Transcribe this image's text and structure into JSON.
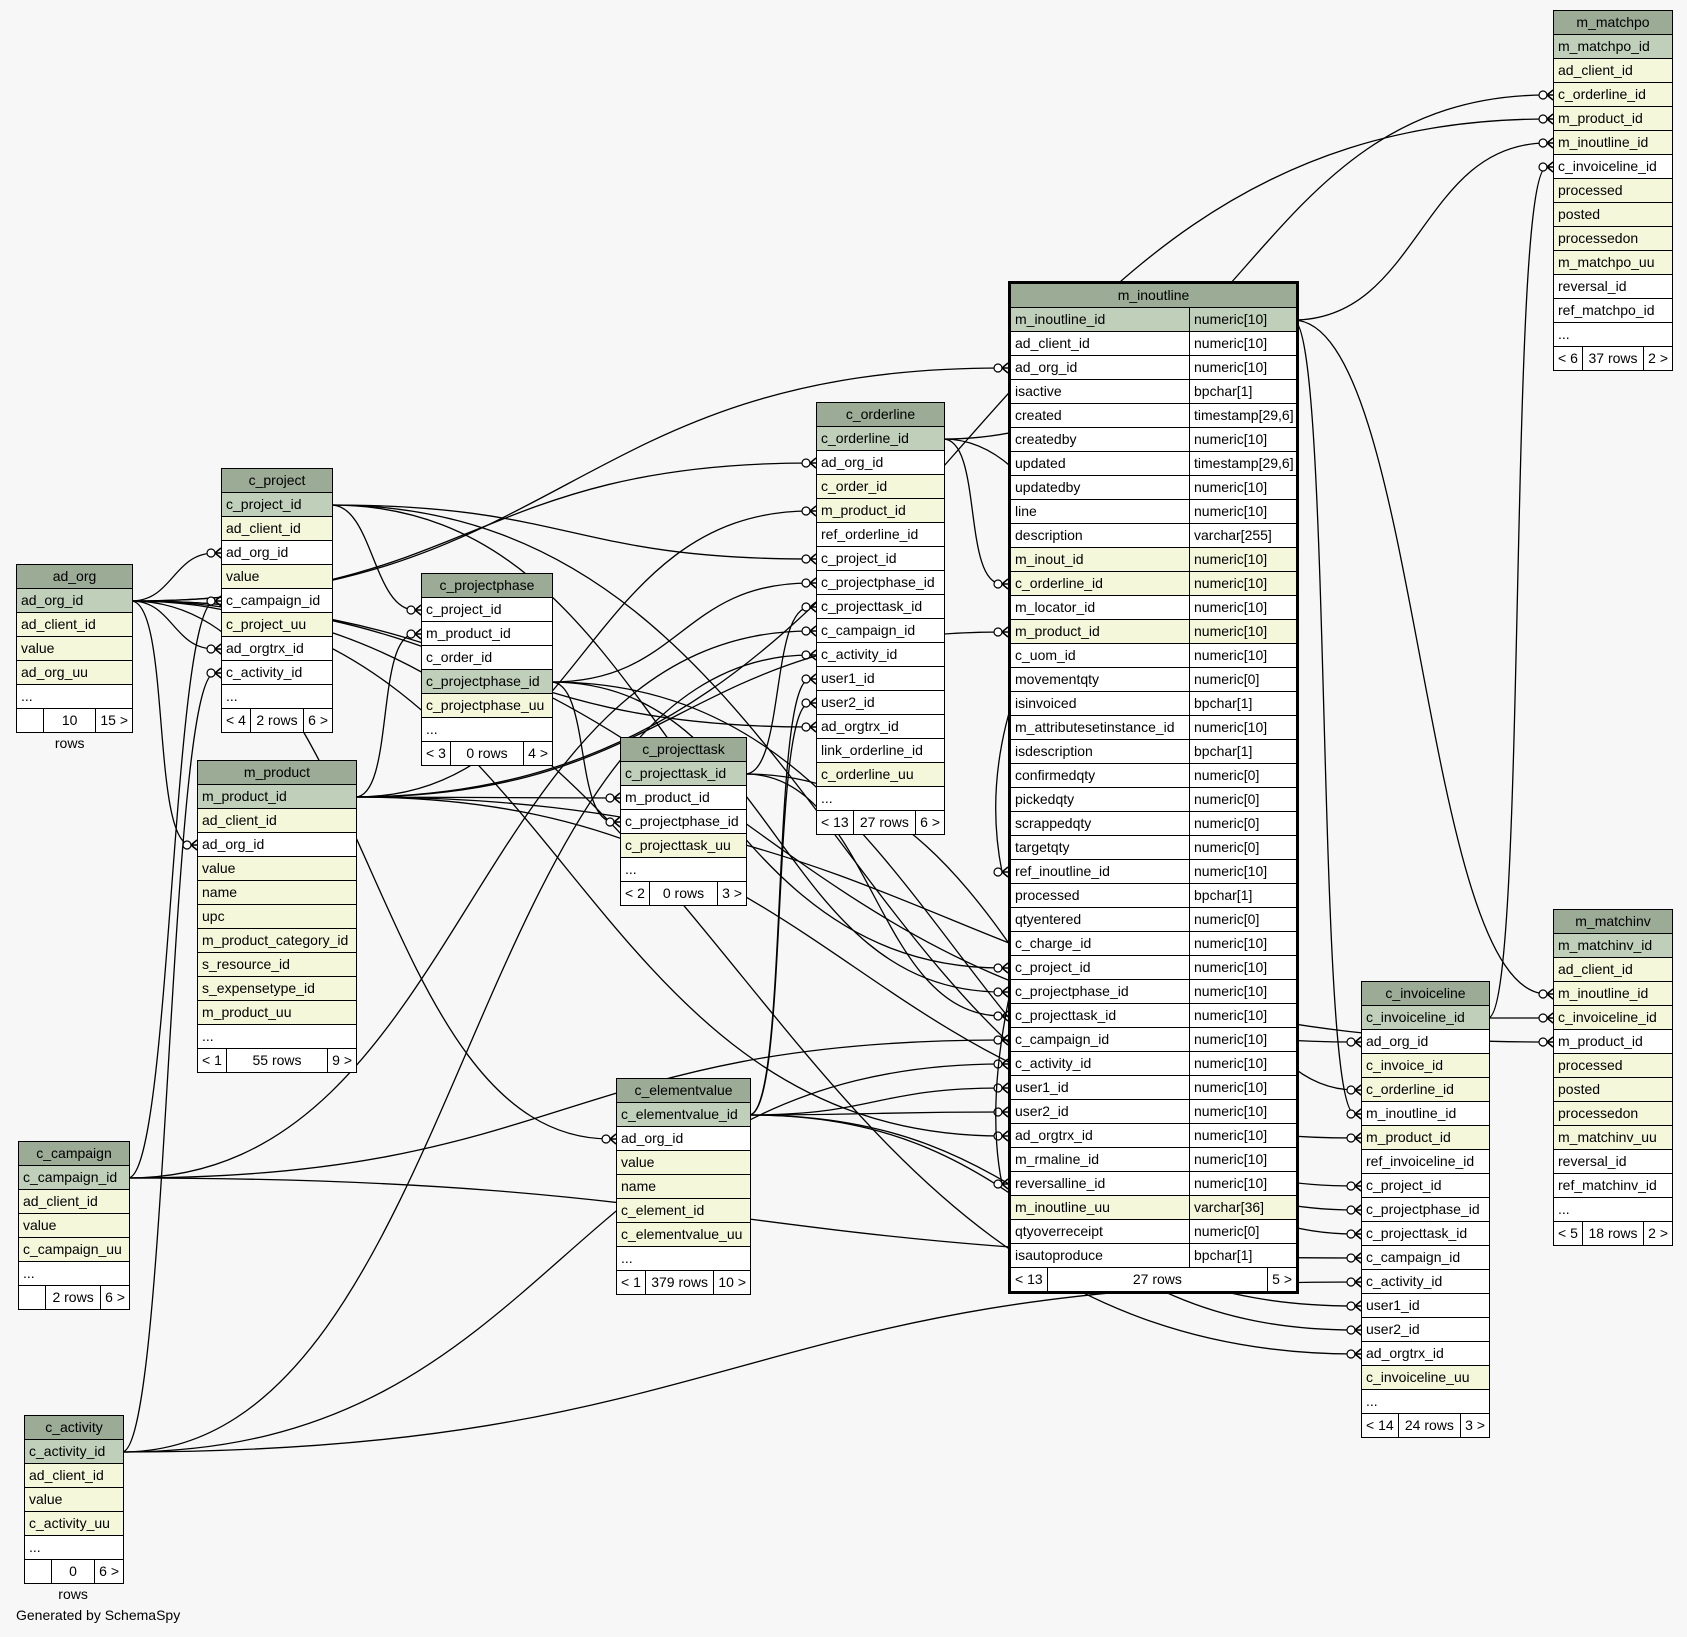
{
  "footer": "Generated by SchemaSpy",
  "colors": {
    "background": "#f7f7f7",
    "header": "#9bab96",
    "primary_key": "#bfcfba",
    "foreign_key": "#f4f7da",
    "plain": "#ffffff"
  },
  "tables": {
    "ad_org": {
      "name": "ad_org",
      "columns": [
        {
          "n": "ad_org_id",
          "k": "pk"
        },
        {
          "n": "ad_client_id",
          "k": "fk"
        },
        {
          "n": "value",
          "k": "fk"
        },
        {
          "n": "ad_org_uu",
          "k": "fk"
        },
        {
          "n": "...",
          "k": "plain"
        }
      ],
      "footer": [
        "",
        "10 rows",
        "15 >"
      ]
    },
    "c_project": {
      "name": "c_project",
      "columns": [
        {
          "n": "c_project_id",
          "k": "pk"
        },
        {
          "n": "ad_client_id",
          "k": "fk"
        },
        {
          "n": "ad_org_id",
          "k": "plain"
        },
        {
          "n": "value",
          "k": "fk"
        },
        {
          "n": "c_campaign_id",
          "k": "plain"
        },
        {
          "n": "c_project_uu",
          "k": "fk"
        },
        {
          "n": "ad_orgtrx_id",
          "k": "plain"
        },
        {
          "n": "c_activity_id",
          "k": "plain"
        },
        {
          "n": "...",
          "k": "plain"
        }
      ],
      "footer": [
        "< 4",
        "2 rows",
        "6 >"
      ]
    },
    "m_product": {
      "name": "m_product",
      "columns": [
        {
          "n": "m_product_id",
          "k": "pk"
        },
        {
          "n": "ad_client_id",
          "k": "fk"
        },
        {
          "n": "ad_org_id",
          "k": "plain"
        },
        {
          "n": "value",
          "k": "fk"
        },
        {
          "n": "name",
          "k": "fk"
        },
        {
          "n": "upc",
          "k": "fk"
        },
        {
          "n": "m_product_category_id",
          "k": "fk"
        },
        {
          "n": "s_resource_id",
          "k": "fk"
        },
        {
          "n": "s_expensetype_id",
          "k": "fk"
        },
        {
          "n": "m_product_uu",
          "k": "fk"
        },
        {
          "n": "...",
          "k": "plain"
        }
      ],
      "footer": [
        "< 1",
        "55 rows",
        "9 >"
      ]
    },
    "c_campaign": {
      "name": "c_campaign",
      "columns": [
        {
          "n": "c_campaign_id",
          "k": "pk"
        },
        {
          "n": "ad_client_id",
          "k": "fk"
        },
        {
          "n": "value",
          "k": "fk"
        },
        {
          "n": "c_campaign_uu",
          "k": "fk"
        },
        {
          "n": "...",
          "k": "plain"
        }
      ],
      "footer": [
        "",
        "2 rows",
        "6 >"
      ]
    },
    "c_activity": {
      "name": "c_activity",
      "columns": [
        {
          "n": "c_activity_id",
          "k": "pk"
        },
        {
          "n": "ad_client_id",
          "k": "fk"
        },
        {
          "n": "value",
          "k": "fk"
        },
        {
          "n": "c_activity_uu",
          "k": "fk"
        },
        {
          "n": "...",
          "k": "plain"
        }
      ],
      "footer": [
        "",
        "0 rows",
        "6 >"
      ]
    },
    "c_projectphase": {
      "name": "c_projectphase",
      "columns": [
        {
          "n": "c_project_id",
          "k": "plain"
        },
        {
          "n": "m_product_id",
          "k": "plain"
        },
        {
          "n": "c_order_id",
          "k": "plain"
        },
        {
          "n": "c_projectphase_id",
          "k": "pk"
        },
        {
          "n": "c_projectphase_uu",
          "k": "fk"
        },
        {
          "n": "...",
          "k": "plain"
        }
      ],
      "footer": [
        "< 3",
        "0 rows",
        "4 >"
      ]
    },
    "c_projecttask": {
      "name": "c_projecttask",
      "columns": [
        {
          "n": "c_projecttask_id",
          "k": "pk"
        },
        {
          "n": "m_product_id",
          "k": "plain"
        },
        {
          "n": "c_projectphase_id",
          "k": "plain"
        },
        {
          "n": "c_projecttask_uu",
          "k": "fk"
        },
        {
          "n": "...",
          "k": "plain"
        }
      ],
      "footer": [
        "< 2",
        "0 rows",
        "3 >"
      ]
    },
    "c_elementvalue": {
      "name": "c_elementvalue",
      "columns": [
        {
          "n": "c_elementvalue_id",
          "k": "pk"
        },
        {
          "n": "ad_org_id",
          "k": "plain"
        },
        {
          "n": "value",
          "k": "fk"
        },
        {
          "n": "name",
          "k": "fk"
        },
        {
          "n": "c_element_id",
          "k": "fk"
        },
        {
          "n": "c_elementvalue_uu",
          "k": "fk"
        },
        {
          "n": "...",
          "k": "plain"
        }
      ],
      "footer": [
        "< 1",
        "379 rows",
        "10 >"
      ]
    },
    "c_orderline": {
      "name": "c_orderline",
      "columns": [
        {
          "n": "c_orderline_id",
          "k": "pk"
        },
        {
          "n": "ad_org_id",
          "k": "plain"
        },
        {
          "n": "c_order_id",
          "k": "fk"
        },
        {
          "n": "m_product_id",
          "k": "fk"
        },
        {
          "n": "ref_orderline_id",
          "k": "plain"
        },
        {
          "n": "c_project_id",
          "k": "plain"
        },
        {
          "n": "c_projectphase_id",
          "k": "plain"
        },
        {
          "n": "c_projecttask_id",
          "k": "plain"
        },
        {
          "n": "c_campaign_id",
          "k": "plain"
        },
        {
          "n": "c_activity_id",
          "k": "plain"
        },
        {
          "n": "user1_id",
          "k": "plain"
        },
        {
          "n": "user2_id",
          "k": "plain"
        },
        {
          "n": "ad_orgtrx_id",
          "k": "plain"
        },
        {
          "n": "link_orderline_id",
          "k": "plain"
        },
        {
          "n": "c_orderline_uu",
          "k": "fk"
        },
        {
          "n": "...",
          "k": "plain"
        }
      ],
      "footer": [
        "< 13",
        "27 rows",
        "6 >"
      ]
    },
    "m_inoutline": {
      "name": "m_inoutline",
      "columns": [
        {
          "n": "m_inoutline_id",
          "t": "numeric[10]",
          "k": "pk"
        },
        {
          "n": "ad_client_id",
          "t": "numeric[10]",
          "k": "plain"
        },
        {
          "n": "ad_org_id",
          "t": "numeric[10]",
          "k": "plain"
        },
        {
          "n": "isactive",
          "t": "bpchar[1]",
          "k": "plain"
        },
        {
          "n": "created",
          "t": "timestamp[29,6]",
          "k": "plain"
        },
        {
          "n": "createdby",
          "t": "numeric[10]",
          "k": "plain"
        },
        {
          "n": "updated",
          "t": "timestamp[29,6]",
          "k": "plain"
        },
        {
          "n": "updatedby",
          "t": "numeric[10]",
          "k": "plain"
        },
        {
          "n": "line",
          "t": "numeric[10]",
          "k": "plain"
        },
        {
          "n": "description",
          "t": "varchar[255]",
          "k": "plain"
        },
        {
          "n": "m_inout_id",
          "t": "numeric[10]",
          "k": "fk"
        },
        {
          "n": "c_orderline_id",
          "t": "numeric[10]",
          "k": "fk"
        },
        {
          "n": "m_locator_id",
          "t": "numeric[10]",
          "k": "plain"
        },
        {
          "n": "m_product_id",
          "t": "numeric[10]",
          "k": "fk"
        },
        {
          "n": "c_uom_id",
          "t": "numeric[10]",
          "k": "plain"
        },
        {
          "n": "movementqty",
          "t": "numeric[0]",
          "k": "plain"
        },
        {
          "n": "isinvoiced",
          "t": "bpchar[1]",
          "k": "plain"
        },
        {
          "n": "m_attributesetinstance_id",
          "t": "numeric[10]",
          "k": "plain"
        },
        {
          "n": "isdescription",
          "t": "bpchar[1]",
          "k": "plain"
        },
        {
          "n": "confirmedqty",
          "t": "numeric[0]",
          "k": "plain"
        },
        {
          "n": "pickedqty",
          "t": "numeric[0]",
          "k": "plain"
        },
        {
          "n": "scrappedqty",
          "t": "numeric[0]",
          "k": "plain"
        },
        {
          "n": "targetqty",
          "t": "numeric[0]",
          "k": "plain"
        },
        {
          "n": "ref_inoutline_id",
          "t": "numeric[10]",
          "k": "plain"
        },
        {
          "n": "processed",
          "t": "bpchar[1]",
          "k": "plain"
        },
        {
          "n": "qtyentered",
          "t": "numeric[0]",
          "k": "plain"
        },
        {
          "n": "c_charge_id",
          "t": "numeric[10]",
          "k": "plain"
        },
        {
          "n": "c_project_id",
          "t": "numeric[10]",
          "k": "plain"
        },
        {
          "n": "c_projectphase_id",
          "t": "numeric[10]",
          "k": "plain"
        },
        {
          "n": "c_projecttask_id",
          "t": "numeric[10]",
          "k": "plain"
        },
        {
          "n": "c_campaign_id",
          "t": "numeric[10]",
          "k": "plain"
        },
        {
          "n": "c_activity_id",
          "t": "numeric[10]",
          "k": "plain"
        },
        {
          "n": "user1_id",
          "t": "numeric[10]",
          "k": "plain"
        },
        {
          "n": "user2_id",
          "t": "numeric[10]",
          "k": "plain"
        },
        {
          "n": "ad_orgtrx_id",
          "t": "numeric[10]",
          "k": "plain"
        },
        {
          "n": "m_rmaline_id",
          "t": "numeric[10]",
          "k": "plain"
        },
        {
          "n": "reversalline_id",
          "t": "numeric[10]",
          "k": "plain"
        },
        {
          "n": "m_inoutline_uu",
          "t": "varchar[36]",
          "k": "fk"
        },
        {
          "n": "qtyoverreceipt",
          "t": "numeric[0]",
          "k": "plain"
        },
        {
          "n": "isautoproduce",
          "t": "bpchar[1]",
          "k": "plain"
        }
      ],
      "footer": [
        "< 13",
        "27 rows",
        "5 >"
      ]
    },
    "c_invoiceline": {
      "name": "c_invoiceline",
      "columns": [
        {
          "n": "c_invoiceline_id",
          "k": "pk"
        },
        {
          "n": "ad_org_id",
          "k": "plain"
        },
        {
          "n": "c_invoice_id",
          "k": "fk"
        },
        {
          "n": "c_orderline_id",
          "k": "fk"
        },
        {
          "n": "m_inoutline_id",
          "k": "plain"
        },
        {
          "n": "m_product_id",
          "k": "fk"
        },
        {
          "n": "ref_invoiceline_id",
          "k": "plain"
        },
        {
          "n": "c_project_id",
          "k": "plain"
        },
        {
          "n": "c_projectphase_id",
          "k": "plain"
        },
        {
          "n": "c_projecttask_id",
          "k": "plain"
        },
        {
          "n": "c_campaign_id",
          "k": "plain"
        },
        {
          "n": "c_activity_id",
          "k": "plain"
        },
        {
          "n": "user1_id",
          "k": "plain"
        },
        {
          "n": "user2_id",
          "k": "plain"
        },
        {
          "n": "ad_orgtrx_id",
          "k": "plain"
        },
        {
          "n": "c_invoiceline_uu",
          "k": "fk"
        },
        {
          "n": "...",
          "k": "plain"
        }
      ],
      "footer": [
        "< 14",
        "24 rows",
        "3 >"
      ]
    },
    "m_matchpo": {
      "name": "m_matchpo",
      "columns": [
        {
          "n": "m_matchpo_id",
          "k": "pk"
        },
        {
          "n": "ad_client_id",
          "k": "fk"
        },
        {
          "n": "c_orderline_id",
          "k": "fk"
        },
        {
          "n": "m_product_id",
          "k": "fk"
        },
        {
          "n": "m_inoutline_id",
          "k": "fk"
        },
        {
          "n": "c_invoiceline_id",
          "k": "plain"
        },
        {
          "n": "processed",
          "k": "fk"
        },
        {
          "n": "posted",
          "k": "fk"
        },
        {
          "n": "processedon",
          "k": "fk"
        },
        {
          "n": "m_matchpo_uu",
          "k": "fk"
        },
        {
          "n": "reversal_id",
          "k": "plain"
        },
        {
          "n": "ref_matchpo_id",
          "k": "plain"
        },
        {
          "n": "...",
          "k": "plain"
        }
      ],
      "footer": [
        "< 6",
        "37 rows",
        "2 >"
      ]
    },
    "m_matchinv": {
      "name": "m_matchinv",
      "columns": [
        {
          "n": "m_matchinv_id",
          "k": "pk"
        },
        {
          "n": "ad_client_id",
          "k": "fk"
        },
        {
          "n": "m_inoutline_id",
          "k": "fk"
        },
        {
          "n": "c_invoiceline_id",
          "k": "fk"
        },
        {
          "n": "m_product_id",
          "k": "plain"
        },
        {
          "n": "processed",
          "k": "fk"
        },
        {
          "n": "posted",
          "k": "fk"
        },
        {
          "n": "processedon",
          "k": "fk"
        },
        {
          "n": "m_matchinv_uu",
          "k": "fk"
        },
        {
          "n": "reversal_id",
          "k": "plain"
        },
        {
          "n": "ref_matchinv_id",
          "k": "plain"
        },
        {
          "n": "...",
          "k": "plain"
        }
      ],
      "footer": [
        "< 5",
        "18 rows",
        "2 >"
      ]
    }
  },
  "relations": [
    [
      "ad_org",
      "ad_org_id",
      "c_project",
      "ad_org_id"
    ],
    [
      "ad_org",
      "ad_org_id",
      "c_project",
      "ad_orgtrx_id"
    ],
    [
      "ad_org",
      "ad_org_id",
      "m_product",
      "ad_org_id"
    ],
    [
      "ad_org",
      "ad_org_id",
      "c_elementvalue",
      "ad_org_id"
    ],
    [
      "ad_org",
      "ad_org_id",
      "c_orderline",
      "ad_org_id"
    ],
    [
      "ad_org",
      "ad_org_id",
      "c_orderline",
      "ad_orgtrx_id"
    ],
    [
      "ad_org",
      "ad_org_id",
      "m_inoutline",
      "ad_org_id"
    ],
    [
      "ad_org",
      "ad_org_id",
      "m_inoutline",
      "ad_orgtrx_id"
    ],
    [
      "ad_org",
      "ad_org_id",
      "c_invoiceline",
      "ad_org_id"
    ],
    [
      "ad_org",
      "ad_org_id",
      "c_invoiceline",
      "ad_orgtrx_id"
    ],
    [
      "c_campaign",
      "c_campaign_id",
      "c_project",
      "c_campaign_id"
    ],
    [
      "c_campaign",
      "c_campaign_id",
      "c_orderline",
      "c_campaign_id"
    ],
    [
      "c_campaign",
      "c_campaign_id",
      "m_inoutline",
      "c_campaign_id"
    ],
    [
      "c_campaign",
      "c_campaign_id",
      "c_invoiceline",
      "c_campaign_id"
    ],
    [
      "c_activity",
      "c_activity_id",
      "c_project",
      "c_activity_id"
    ],
    [
      "c_activity",
      "c_activity_id",
      "c_orderline",
      "c_activity_id"
    ],
    [
      "c_activity",
      "c_activity_id",
      "m_inoutline",
      "c_activity_id"
    ],
    [
      "c_activity",
      "c_activity_id",
      "c_invoiceline",
      "c_activity_id"
    ],
    [
      "c_project",
      "c_project_id",
      "c_projectphase",
      "c_project_id"
    ],
    [
      "c_project",
      "c_project_id",
      "c_orderline",
      "c_project_id"
    ],
    [
      "c_project",
      "c_project_id",
      "m_inoutline",
      "c_project_id"
    ],
    [
      "c_project",
      "c_project_id",
      "c_invoiceline",
      "c_project_id"
    ],
    [
      "m_product",
      "m_product_id",
      "c_projectphase",
      "m_product_id"
    ],
    [
      "m_product",
      "m_product_id",
      "c_projecttask",
      "m_product_id"
    ],
    [
      "m_product",
      "m_product_id",
      "c_orderline",
      "m_product_id"
    ],
    [
      "m_product",
      "m_product_id",
      "m_inoutline",
      "m_product_id"
    ],
    [
      "m_product",
      "m_product_id",
      "c_invoiceline",
      "m_product_id"
    ],
    [
      "m_product",
      "m_product_id",
      "m_matchpo",
      "m_product_id"
    ],
    [
      "m_product",
      "m_product_id",
      "m_matchinv",
      "m_product_id"
    ],
    [
      "c_projectphase",
      "c_projectphase_id",
      "c_projecttask",
      "c_projectphase_id"
    ],
    [
      "c_projectphase",
      "c_projectphase_id",
      "c_orderline",
      "c_projectphase_id"
    ],
    [
      "c_projectphase",
      "c_projectphase_id",
      "m_inoutline",
      "c_projectphase_id"
    ],
    [
      "c_projectphase",
      "c_projectphase_id",
      "c_invoiceline",
      "c_projectphase_id"
    ],
    [
      "c_projecttask",
      "c_projecttask_id",
      "c_orderline",
      "c_projecttask_id"
    ],
    [
      "c_projecttask",
      "c_projecttask_id",
      "m_inoutline",
      "c_projecttask_id"
    ],
    [
      "c_projecttask",
      "c_projecttask_id",
      "c_invoiceline",
      "c_projecttask_id"
    ],
    [
      "c_elementvalue",
      "c_elementvalue_id",
      "c_orderline",
      "user1_id"
    ],
    [
      "c_elementvalue",
      "c_elementvalue_id",
      "c_orderline",
      "user2_id"
    ],
    [
      "c_elementvalue",
      "c_elementvalue_id",
      "m_inoutline",
      "user1_id"
    ],
    [
      "c_elementvalue",
      "c_elementvalue_id",
      "m_inoutline",
      "user2_id"
    ],
    [
      "c_elementvalue",
      "c_elementvalue_id",
      "c_invoiceline",
      "user1_id"
    ],
    [
      "c_elementvalue",
      "c_elementvalue_id",
      "c_invoiceline",
      "user2_id"
    ],
    [
      "c_orderline",
      "c_orderline_id",
      "m_inoutline",
      "c_orderline_id"
    ],
    [
      "c_orderline",
      "c_orderline_id",
      "c_invoiceline",
      "c_orderline_id"
    ],
    [
      "c_orderline",
      "c_orderline_id",
      "m_matchpo",
      "c_orderline_id"
    ],
    [
      "m_inoutline",
      "m_inoutline_id",
      "m_inoutline",
      "ref_inoutline_id"
    ],
    [
      "m_inoutline",
      "m_inoutline_id",
      "m_inoutline",
      "reversalline_id"
    ],
    [
      "m_inoutline",
      "m_inoutline_id",
      "c_invoiceline",
      "m_inoutline_id"
    ],
    [
      "m_inoutline",
      "m_inoutline_id",
      "m_matchpo",
      "m_inoutline_id"
    ],
    [
      "m_inoutline",
      "m_inoutline_id",
      "m_matchinv",
      "m_inoutline_id"
    ],
    [
      "c_invoiceline",
      "c_invoiceline_id",
      "m_matchpo",
      "c_invoiceline_id"
    ],
    [
      "c_invoiceline",
      "c_invoiceline_id",
      "m_matchinv",
      "c_invoiceline_id"
    ]
  ]
}
